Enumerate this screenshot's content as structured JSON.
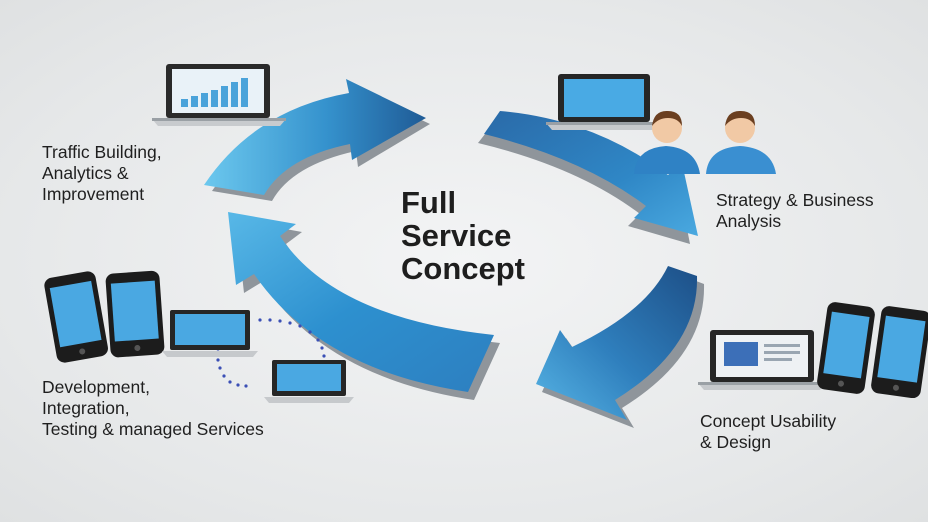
{
  "title": {
    "line1": "Full",
    "line2": "Service",
    "line3": "Concept"
  },
  "stages": {
    "traffic": {
      "line1": "Traffic Building,",
      "line2": "Analytics  &",
      "line3": "Improvement"
    },
    "strategy": {
      "line1": "Strategy & Business",
      "line2": "Analysis"
    },
    "concept": {
      "line1": "Concept Usability",
      "line2": "& Design"
    },
    "development": {
      "line1": "Development,",
      "line2": "Integration,",
      "line3": "Testing & managed Services"
    }
  },
  "icons": {
    "analytics_laptop": "laptop-bar-chart-icon",
    "strategy_laptop": "laptop-icon",
    "people": "two-people-icon",
    "design_laptop": "laptop-wireframe-icon",
    "design_phones": "smartphones-icon",
    "dev_phones": "smartphones-icon",
    "dev_laptops": "networked-laptops-icon"
  },
  "colors": {
    "arrow_light": "#5fc1ea",
    "arrow_mid": "#2a87c2",
    "arrow_dark": "#1b4f86",
    "arrow_side": "#8c9197",
    "screen": "#3d9fdc",
    "text": "#1e1e1e"
  }
}
